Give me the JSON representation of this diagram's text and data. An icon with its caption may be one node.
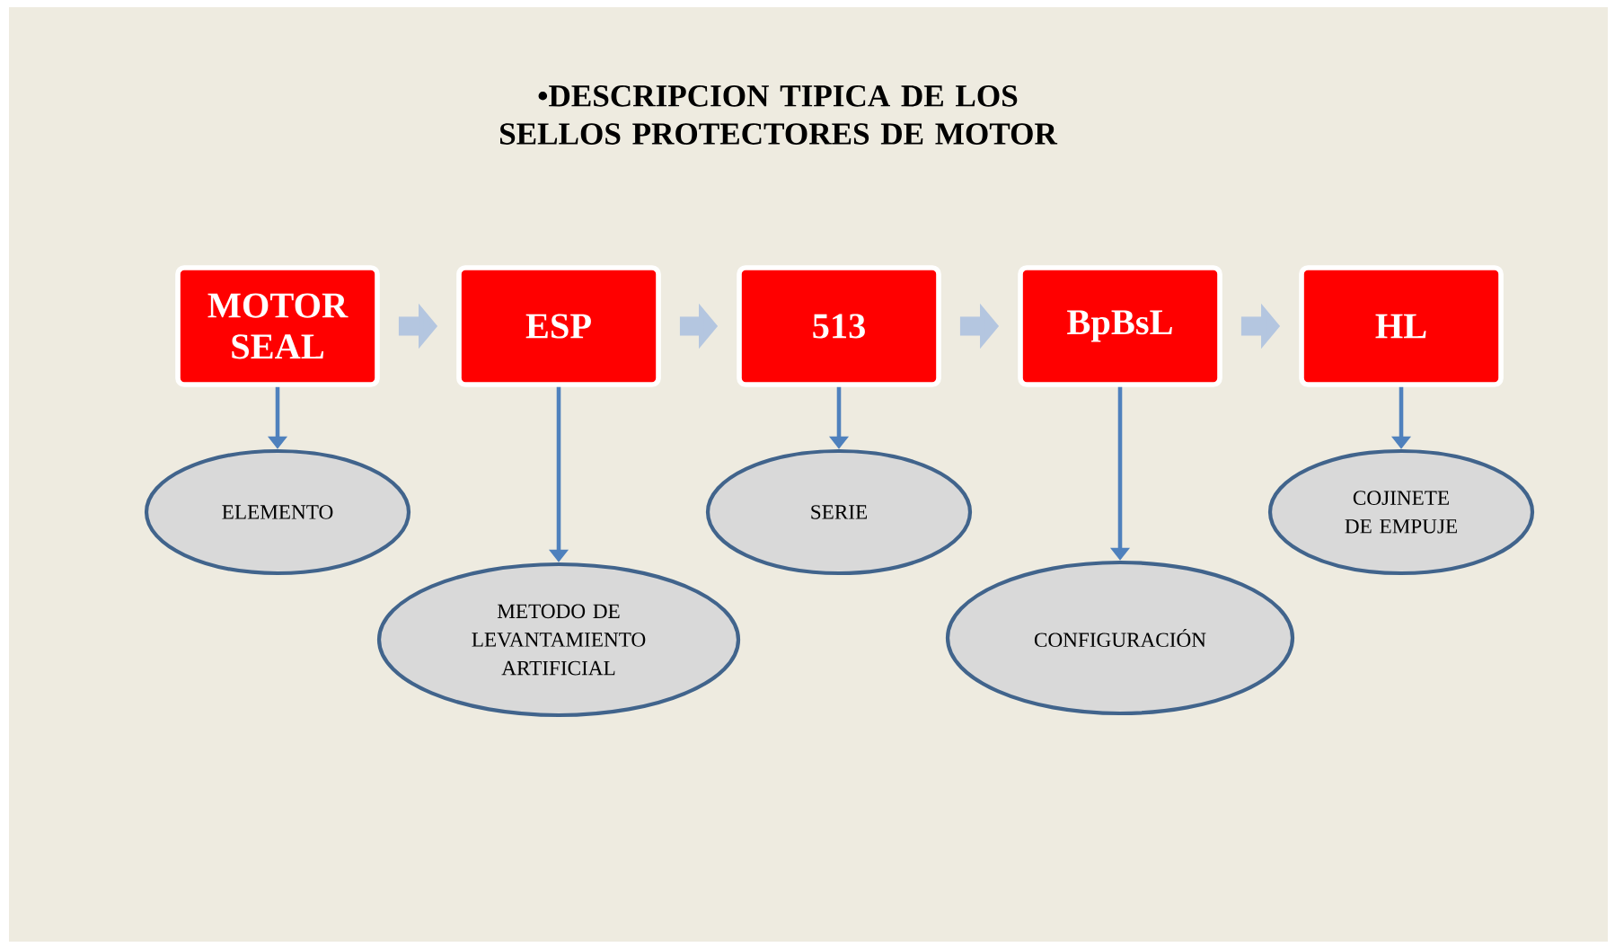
{
  "diagram": {
    "title": "•DESCRIPCION TIPICA DE LOS SELLOS PROTECTORES DE MOTOR",
    "nodes": [
      {
        "text": [
          "MOTOR SEAL"
        ]
      },
      {
        "text": [
          "ESP"
        ]
      },
      {
        "text": [
          "513"
        ]
      },
      {
        "text": [
          "BpBsL"
        ]
      },
      {
        "text": [
          "HL"
        ]
      },
      {
        "text": [
          "ELEMENTO"
        ]
      },
      {
        "text": [
          "METODO DE LEVANTAMIENTO ARTIFICIAL"
        ]
      },
      {
        "text": [
          "SERIE"
        ]
      },
      {
        "text": [
          "CONFIGURACIÓN"
        ]
      },
      {
        "text": [
          "COJINETE DE EMPUJE"
        ]
      }
    ],
    "edges": [
      {
        "from": 0,
        "to": 1,
        "arrow": "to",
        "style": "thick",
        "color": "#b4c6e0"
      },
      {
        "from": 1,
        "to": 2,
        "arrow": "to",
        "style": "thick",
        "color": "#b4c6e0"
      },
      {
        "from": 2,
        "to": 3,
        "arrow": "to",
        "style": "thick",
        "color": "#b4c6e0"
      },
      {
        "from": 3,
        "to": 4,
        "arrow": "to",
        "style": "thick",
        "color": "#b4c6e0"
      },
      {
        "from": 0,
        "to": 5,
        "arrow": "to"
      },
      {
        "from": 1,
        "to": 6,
        "arrow": "to"
      },
      {
        "from": 2,
        "to": 7,
        "arrow": "to"
      },
      {
        "from": 3,
        "to": 8,
        "arrow": "to"
      },
      {
        "from": 4,
        "to": 9,
        "arrow": "to"
      }
    ]
  }
}
